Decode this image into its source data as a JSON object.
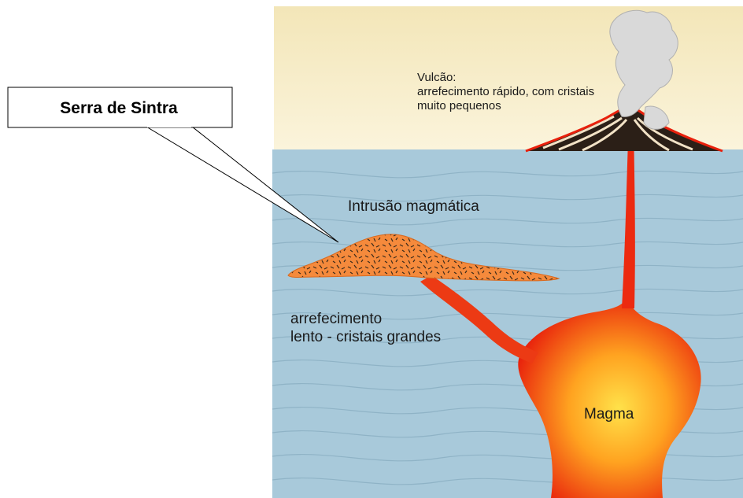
{
  "callout": {
    "title": "Serra de Sintra"
  },
  "labels": {
    "volcano_title": "Vulcão:",
    "volcano_line1": "arrefecimento rápido, com cristais",
    "volcano_line2": "muito pequenos",
    "intrusion": "Intrusão magmática",
    "slow_line1": "arrefecimento",
    "slow_line2": "lento - cristais grandes",
    "magma": "Magma"
  },
  "colors": {
    "sky": "#f7ecc4",
    "crust": "#a9c9d9",
    "magma_core": "#ffd23a",
    "magma_edge": "#e81c0c",
    "intrusion": "#f58a3c",
    "ash": "#d8d8d8"
  }
}
